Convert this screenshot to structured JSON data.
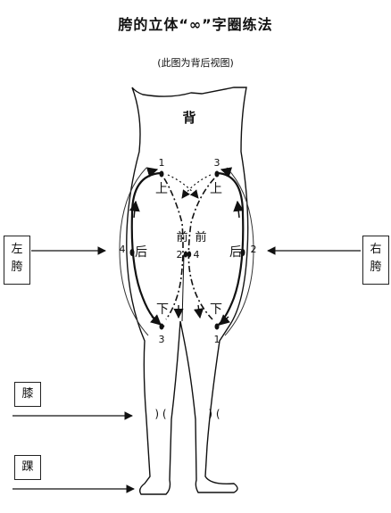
{
  "title": "胯的立体“∞”字圈练法",
  "subtitle": "(此图为背后视图)",
  "labels": {
    "back": "背",
    "up": "上",
    "down": "下",
    "front": "前",
    "rear": "后",
    "left_hip_1": "左",
    "left_hip_2": "胯",
    "right_hip_1": "右",
    "right_hip_2": "胯",
    "knee": "膝",
    "ankle": "踝",
    "knee_mark": ") (",
    "num_1": "1",
    "num_2": "2",
    "num_3": "3",
    "num_4": "4"
  }
}
